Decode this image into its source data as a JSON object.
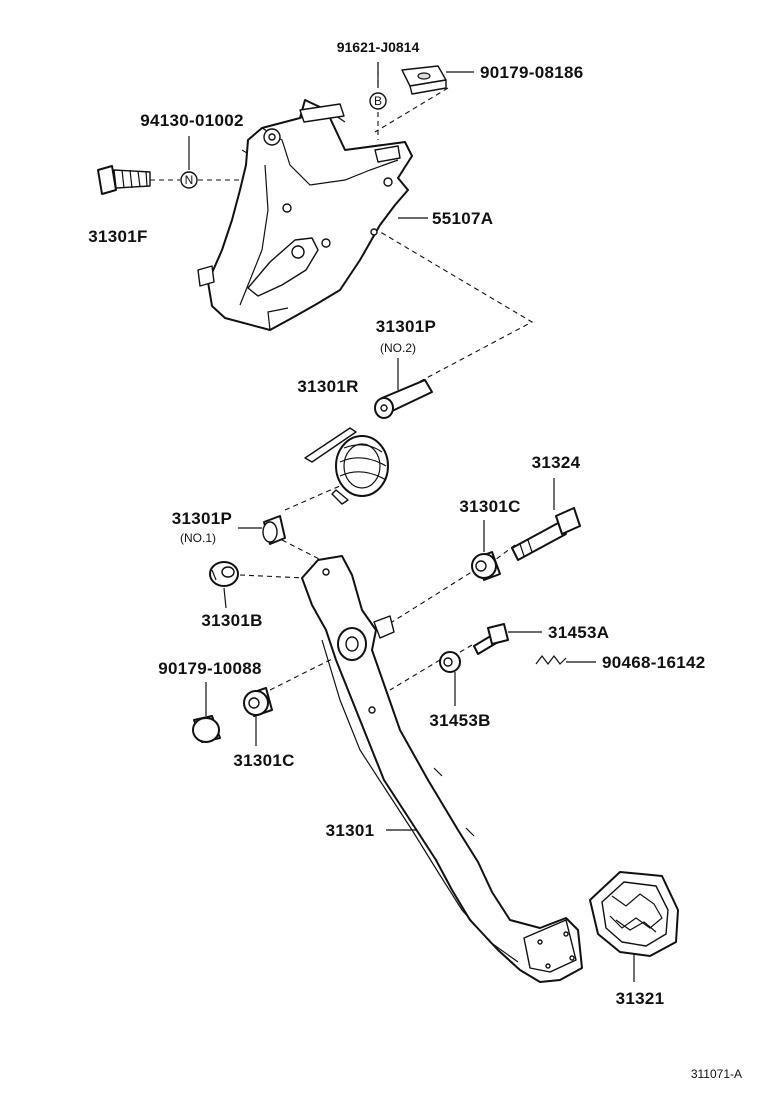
{
  "parts": {
    "clip_nut": "91621-J0814",
    "retainer": "90179-08186",
    "nut": "94130-01002",
    "bolt": "31301F",
    "bracket": "55107A",
    "pin_no2": "31301P",
    "pin_no2_note": "(NO.2)",
    "spring": "31301R",
    "stopper_bolt": "31324",
    "bushing_right": "31301C",
    "pin_no1": "31301P",
    "pin_no1_note": "(NO.1)",
    "bushing_b": "31301B",
    "switch_bolt": "31453A",
    "clip_wire": "90468-16142",
    "nut_lower": "90179-10088",
    "cushion": "31453B",
    "bushing_left": "31301C",
    "pedal": "31301",
    "pedal_pad": "31321"
  },
  "markers": {
    "marker_b": "B",
    "marker_n": "N"
  },
  "figure_code": "311071-A"
}
